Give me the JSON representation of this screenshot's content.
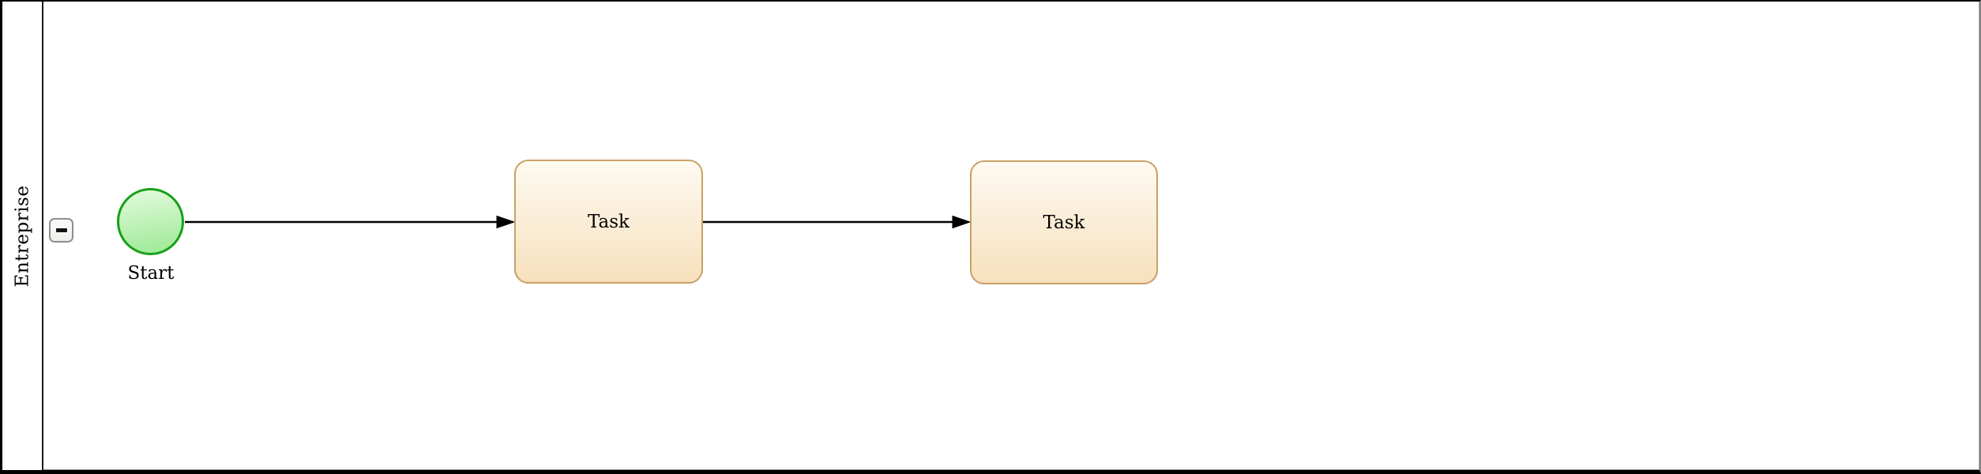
{
  "pool": {
    "label": "Entreprise",
    "collapse_button": {
      "icon": "minus-icon",
      "glyph": "−"
    }
  },
  "nodes": [
    {
      "type": "start-event",
      "label": "Start"
    },
    {
      "type": "task",
      "label": "Task"
    },
    {
      "type": "task",
      "label": "Task"
    }
  ],
  "flows": [
    {
      "from": 0,
      "to": 1
    },
    {
      "from": 1,
      "to": 2
    }
  ],
  "colors": {
    "pool_border": "#000000",
    "lane_divider": "#1a1a1a",
    "start_event_stroke": "#18a018",
    "start_event_fill_top": "#def9d8",
    "start_event_fill_bottom": "#9fea97",
    "task_stroke": "#c8a164",
    "task_fill_top": "#fefaf1",
    "task_fill_bottom": "#f7e0bd",
    "connector": "#000000",
    "collapse_button_border": "#8f8f8f",
    "text": "#000000"
  }
}
